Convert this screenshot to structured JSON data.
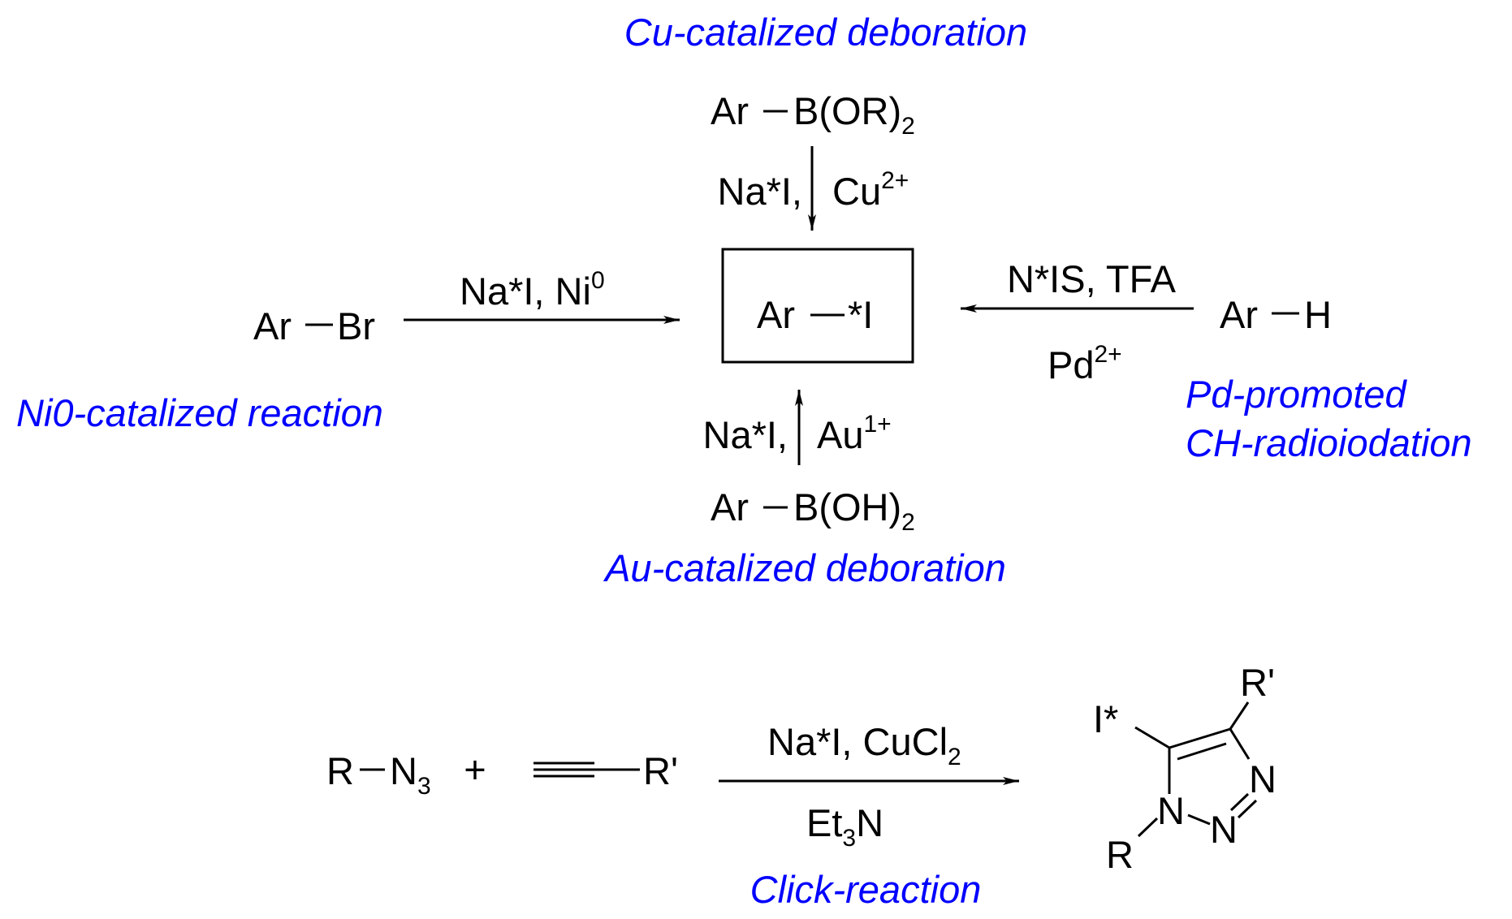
{
  "captions": {
    "cu": "Cu-catalized deboration",
    "ni": "Ni0-catalized reaction",
    "pd_line1": "Pd-promoted",
    "pd_line2": "CH-radioiodation",
    "au": "Au-catalized deboration",
    "click": "Click-reaction"
  },
  "center": {
    "ar": "Ar",
    "iodine": "*I"
  },
  "top": {
    "ar": "Ar",
    "group": "B(OR)",
    "group_sub": "2",
    "reagent": "Na*I,",
    "metal": "Cu",
    "metal_sup": "2+"
  },
  "left": {
    "ar": "Ar",
    "halide": "Br",
    "reagent": "Na*I, Ni",
    "reagent_sup": "0"
  },
  "right": {
    "ar": "Ar",
    "h": "H",
    "reagent_top": "N*IS, TFA",
    "metal": "Pd",
    "metal_sup": "2+"
  },
  "bottom": {
    "ar": "Ar",
    "group": "B(OH)",
    "group_sub": "2",
    "reagent": "Na*I,",
    "metal": "Au",
    "metal_sup": "1+"
  },
  "click": {
    "azide_r": "R",
    "azide_n": "N",
    "azide_sub": "3",
    "plus": "+",
    "alkyne_r": "R'",
    "reagent_top": "Na*I, CuCl",
    "reagent_top_sub": "2",
    "reagent_bottom_a": "Et",
    "reagent_bottom_sub": "3",
    "reagent_bottom_b": "N"
  },
  "triazole": {
    "iodine": "I*",
    "r_prime": "R'",
    "n1": "N",
    "n2": "N",
    "n3": "N",
    "r": "R"
  },
  "colors": {
    "caption": "#0000ff",
    "text": "#000000"
  }
}
